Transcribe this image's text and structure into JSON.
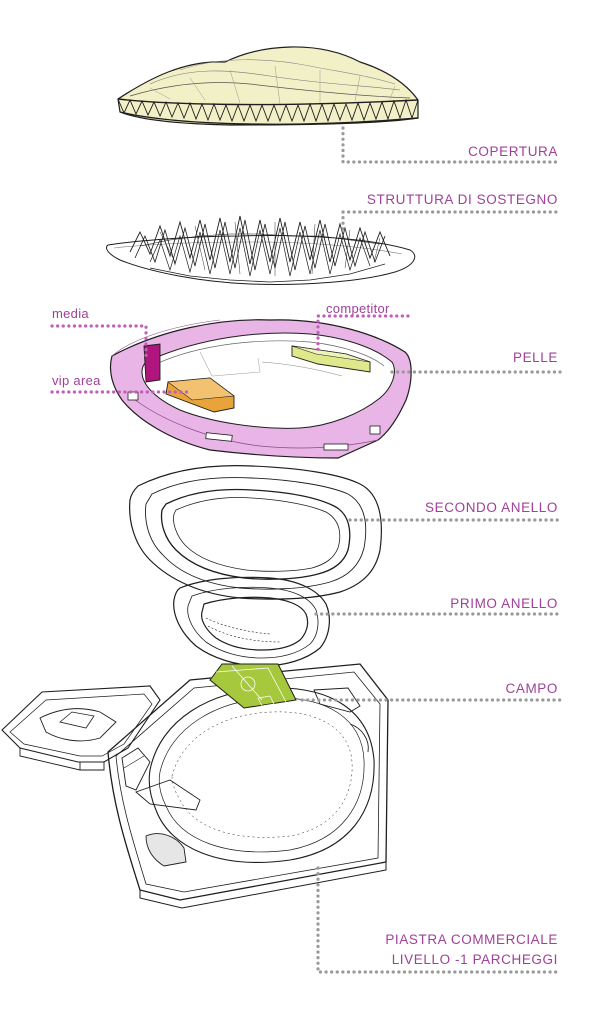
{
  "labels": {
    "copertura": "COPERTURA",
    "struttura": "STRUTTURA DI  SOSTEGNO",
    "pelle": "PELLE",
    "media": "media",
    "competitor": "competitor",
    "vip_area": "vip area",
    "secondo_anello": "SECONDO ANELLO",
    "primo_anello": "PRIMO ANELLO",
    "campo": "CAMPO",
    "piastra_line1": "PIASTRA COMMERCIALE",
    "piastra_line2": "LIVELLO -1 PARCHEGGI"
  },
  "colors": {
    "label_text": "#a0409a",
    "pink_leader": "#c060b8",
    "grey_leader": "#9a9a9a",
    "pelle_fill": "#e9b5e6",
    "roof_fill": "#f2f0c6",
    "vip_fill": "#e8a33a",
    "competitor_fill": "#dfe88a",
    "media_fill": "#b0157d",
    "campo_fill": "#a6c83c",
    "line": "#1e1e1e"
  }
}
